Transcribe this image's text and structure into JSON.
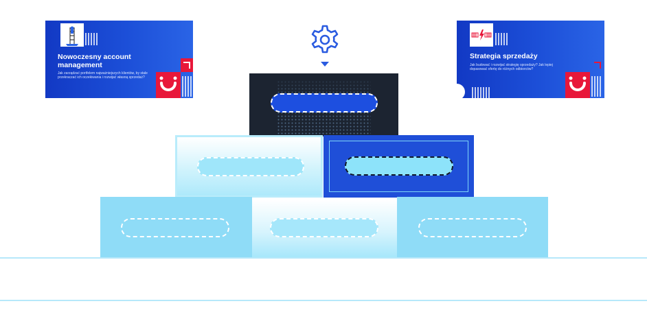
{
  "cards": [
    {
      "title": "Nowoczesny account management",
      "description": "Jak zarządzać portfelem najważniejszych klientów, by stale przekraczać ich oczekiwania i rozwijać własną sprzedaż?"
    },
    {
      "title": "Strategia sprzedaży",
      "description": "Jak budować i rozwijać strategię sprzedaży? Jak lepiej dopasować ofertę do różnych odbiorców?"
    }
  ],
  "icons": {
    "top": "gear-icon",
    "arrow": "triangle-down-icon"
  },
  "colors": {
    "brand_blue": "#1f4fd8",
    "accent_red": "#e8173a",
    "light_cyan": "#8de3fa",
    "dark_top": "#1c2431"
  }
}
